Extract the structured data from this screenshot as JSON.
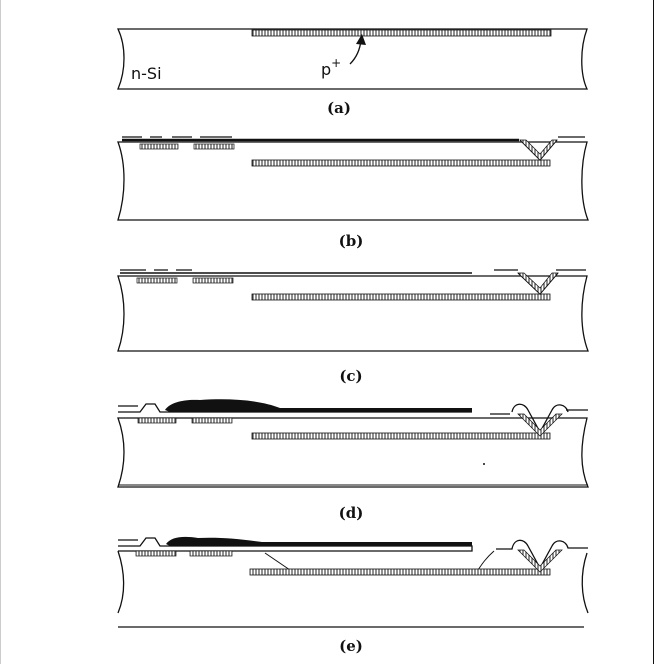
{
  "figure": {
    "labels": {
      "substrate": "n-Si",
      "implant": "p",
      "implant_sup": "+"
    },
    "panels": [
      {
        "id": "a",
        "caption": "(a)"
      },
      {
        "id": "b",
        "caption": "(b)"
      },
      {
        "id": "c",
        "caption": "(c)"
      },
      {
        "id": "d",
        "caption": "(d)"
      },
      {
        "id": "e",
        "caption": "(e)"
      }
    ]
  }
}
